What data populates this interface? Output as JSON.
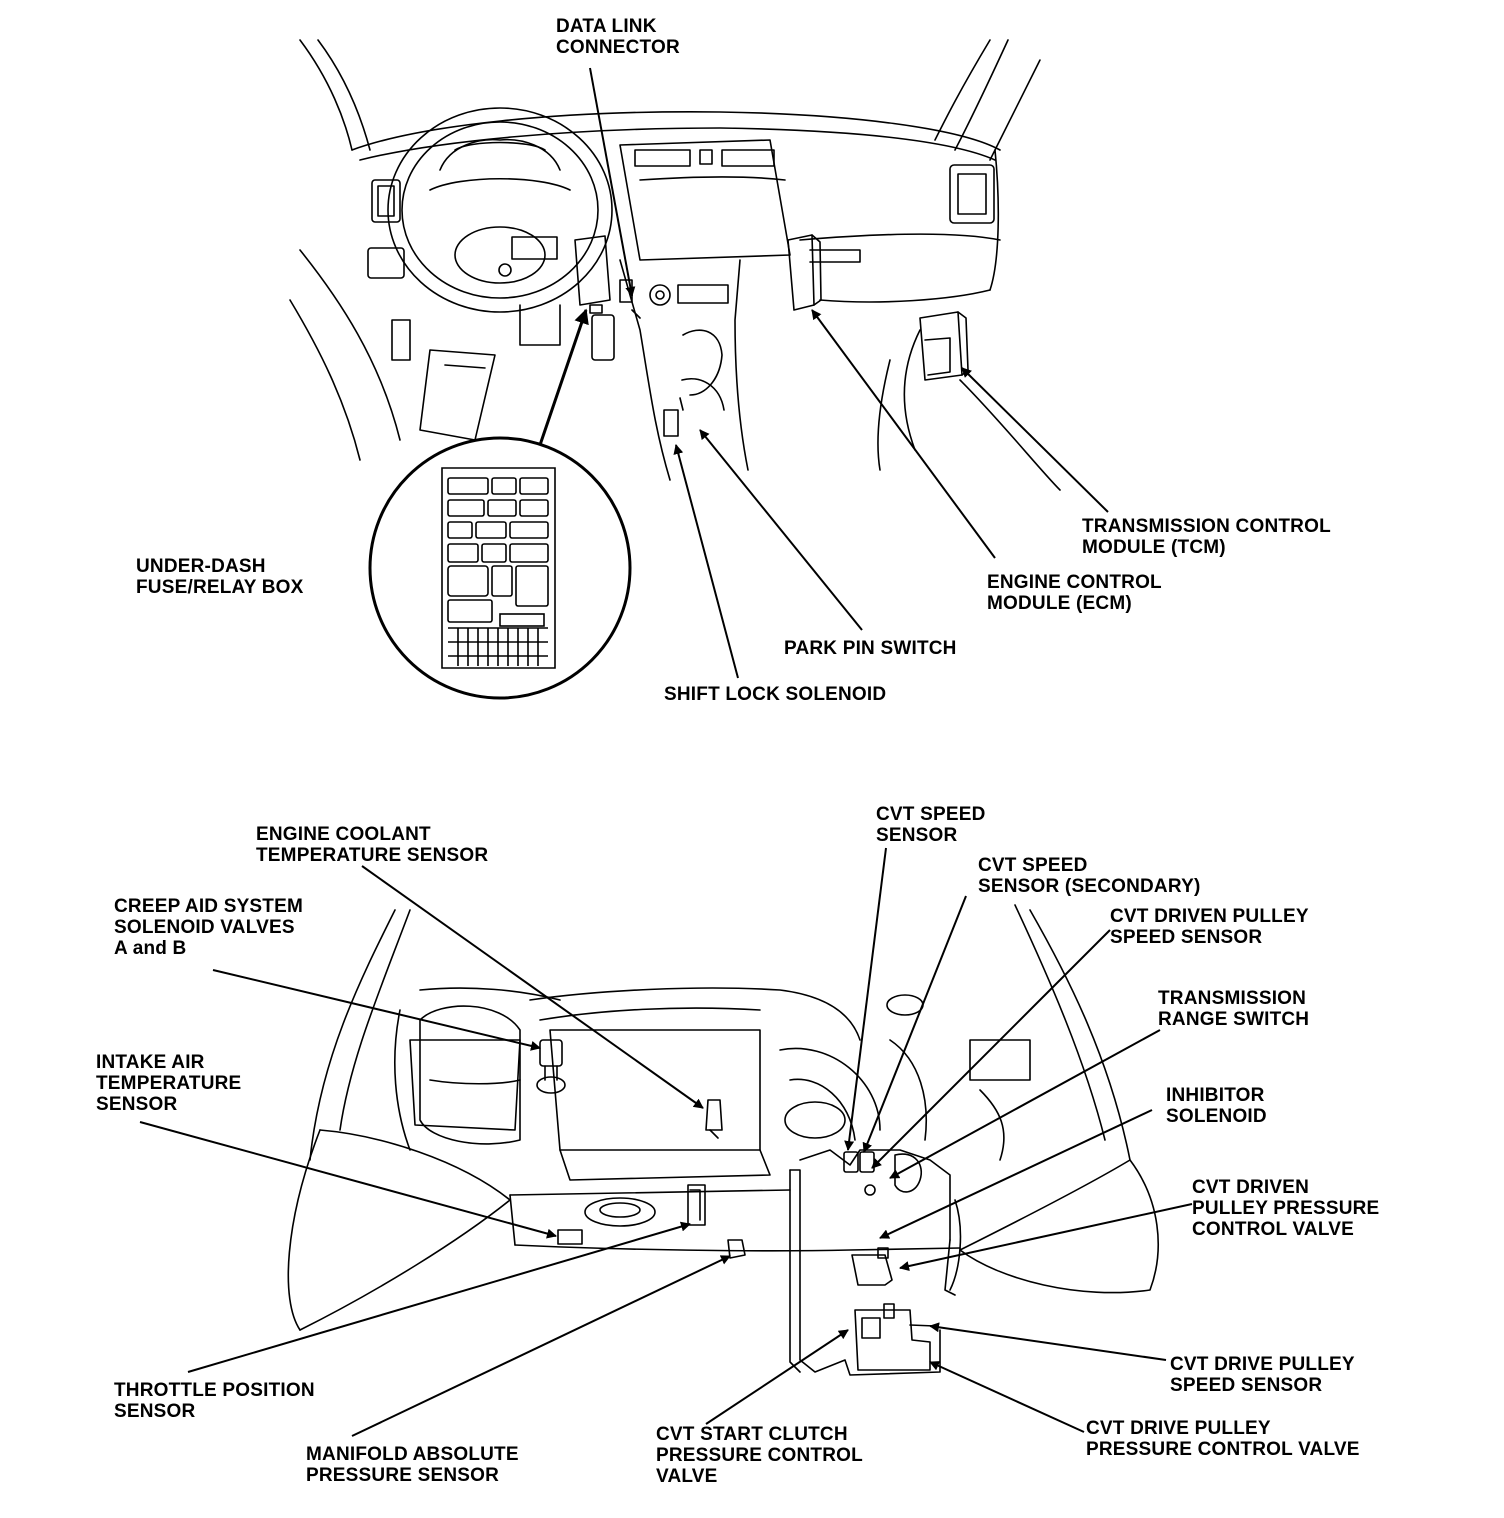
{
  "labels": {
    "data_link_connector": [
      "DATA LINK",
      "CONNECTOR"
    ],
    "under_dash_fuse_relay_box": [
      "UNDER-DASH",
      "FUSE/RELAY BOX"
    ],
    "transmission_control_module": [
      "TRANSMISSION CONTROL",
      "MODULE (TCM)"
    ],
    "engine_control_module": [
      "ENGINE CONTROL",
      "MODULE (ECM)"
    ],
    "park_pin_switch": [
      "PARK PIN SWITCH"
    ],
    "shift_lock_solenoid": [
      "SHIFT LOCK SOLENOID"
    ],
    "engine_coolant_temperature_sensor": [
      "ENGINE COOLANT",
      "TEMPERATURE SENSOR"
    ],
    "creep_aid_system_solenoid_valves": [
      "CREEP AID SYSTEM",
      "SOLENOID VALVES",
      "A and B"
    ],
    "intake_air_temperature_sensor": [
      "INTAKE AIR",
      "TEMPERATURE",
      "SENSOR"
    ],
    "cvt_speed_sensor": [
      "CVT SPEED",
      "SENSOR"
    ],
    "cvt_speed_sensor_secondary": [
      "CVT SPEED",
      "SENSOR (SECONDARY)"
    ],
    "cvt_driven_pulley_speed_sensor": [
      "CVT DRIVEN PULLEY",
      "SPEED SENSOR"
    ],
    "transmission_range_switch": [
      "TRANSMISSION",
      "RANGE SWITCH"
    ],
    "inhibitor_solenoid": [
      "INHIBITOR",
      "SOLENOID"
    ],
    "cvt_driven_pulley_pressure_control_valve": [
      "CVT DRIVEN",
      "PULLEY PRESSURE",
      "CONTROL VALVE"
    ],
    "cvt_drive_pulley_speed_sensor": [
      "CVT DRIVE PULLEY",
      "SPEED SENSOR"
    ],
    "cvt_drive_pulley_pressure_control_valve": [
      "CVT DRIVE PULLEY",
      "PRESSURE CONTROL VALVE"
    ],
    "throttle_position_sensor": [
      "THROTTLE POSITION",
      "SENSOR"
    ],
    "manifold_absolute_pressure_sensor": [
      "MANIFOLD ABSOLUTE",
      "PRESSURE SENSOR"
    ],
    "cvt_start_clutch_pressure_control_valve": [
      "CVT START CLUTCH",
      "PRESSURE CONTROL",
      "VALVE"
    ]
  }
}
